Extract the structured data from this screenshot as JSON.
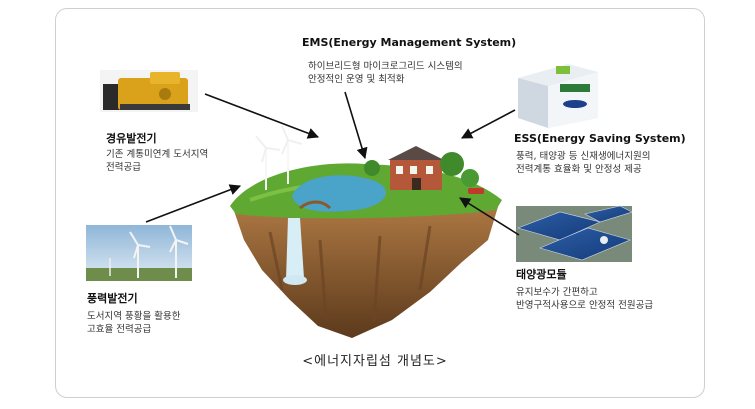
{
  "labels": {
    "ems": {
      "title": "EMS(Energy Management System)",
      "lines": [
        "하이브리드형 마이크로그리드 시스템의",
        "안정적인 운영 및 최적화"
      ]
    },
    "diesel": {
      "title": "경유발전기",
      "lines": [
        "기존 계통미연계 도서지역",
        "전력공급"
      ]
    },
    "ess": {
      "title": "ESS(Energy Saving System)",
      "lines": [
        "풍력, 태양광 등 신재생에너지원의",
        "전력계통 효율화 및 안정성 제공"
      ]
    },
    "wind": {
      "title": "풍력발전기",
      "lines": [
        "도서지역 풍황을 활용한",
        "고효율 전력공급"
      ]
    },
    "solar": {
      "title": "태양광모듈",
      "lines": [
        "유지보수가 간편하고",
        "반영구적사용으로 안정적 전원공급"
      ]
    }
  },
  "caption": "<에너지자립섬 개념도>",
  "colors": {
    "grass": "#5fa832",
    "rock": "#9a6a3a",
    "water": "#4aa3c8",
    "arrow": "#111111"
  }
}
